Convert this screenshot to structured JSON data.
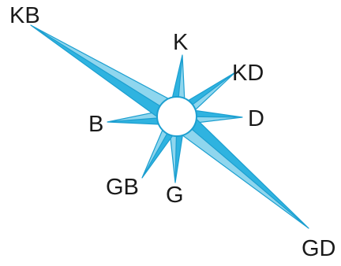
{
  "colors": {
    "ray_fill": "#8fd6ee",
    "ray_dark": "#2fb3e0",
    "ray_stroke": "#1c9fd0",
    "hub_fill": "#ffffff",
    "text": "#1a1a1a"
  },
  "directions": [
    {
      "id": "n",
      "label": "K"
    },
    {
      "id": "ne",
      "label": "KD"
    },
    {
      "id": "e",
      "label": "D"
    },
    {
      "id": "se",
      "label": "GD"
    },
    {
      "id": "s",
      "label": "G"
    },
    {
      "id": "sw",
      "label": "GB"
    },
    {
      "id": "w",
      "label": "B"
    },
    {
      "id": "nw",
      "label": "KB"
    }
  ]
}
